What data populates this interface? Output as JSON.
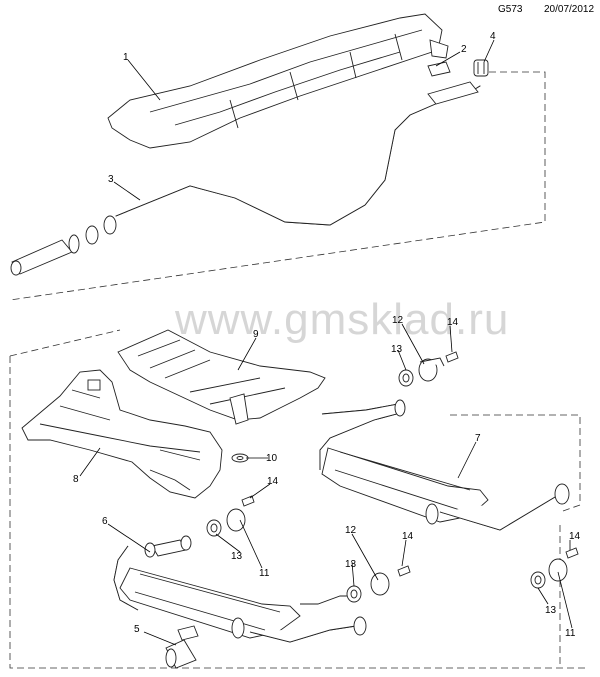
{
  "header": {
    "drawing_code": "G573",
    "date": "20/07/2012"
  },
  "watermark": "www.gmsklad.ru",
  "callouts": [
    "1",
    "2",
    "3",
    "4",
    "5",
    "6",
    "7",
    "8",
    "9",
    "10",
    "11",
    "12",
    "13",
    "14"
  ]
}
